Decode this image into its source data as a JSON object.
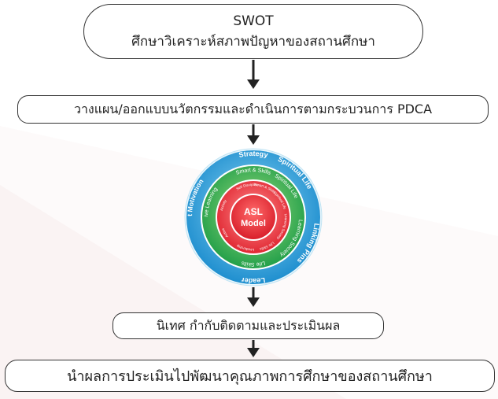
{
  "steps": {
    "swot_title": "SWOT",
    "swot_desc": "ศึกษาวิเคราะห์สภาพปัญหาของสถานศึกษา",
    "plan": "วางแผน/ออกแบบนวัตกรรมและดำเนินการตามกระบวนการ PDCA",
    "supervise": "นิเทศ กำกับติดตามและประเมินผล",
    "improve": "นำผลการประเมินไปพัฒนาคุณภาพการศึกษาของสถานศึกษา"
  },
  "model": {
    "center_line1": "ASL",
    "center_line2": "Model",
    "outer_ring": [
      "Strategy",
      "Spiritual Life",
      "Linking Pins",
      "Leader",
      "Achievement Motivation"
    ],
    "middle_ring": [
      "Smart & Skills",
      "Spiritual Life",
      "Learning Society",
      "Life Skills",
      "Active Learning"
    ],
    "inner_ring": [
      "Self Discipline",
      "Smart & Skills",
      "Spiritual Life",
      "Learning Society",
      "Life Skills",
      "Leadership",
      "Active",
      "Activity"
    ],
    "colors": {
      "outer": "#2a9fd8",
      "middle": "#3db34a",
      "inner": "#e8303a",
      "center": "#e6323b"
    }
  }
}
